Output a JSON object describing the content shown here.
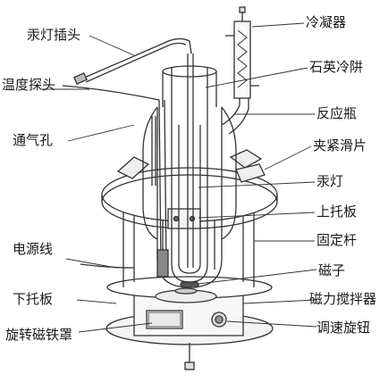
{
  "labels": {
    "mercury_lamp_plug": "汞灯插头",
    "temperature_probe": "温度探头",
    "vent_hole": "通气孔",
    "power_cord": "电源线",
    "lower_tray": "下托板",
    "rotating_magnetic_cover": "旋转磁铁罩",
    "condenser": "冷凝器",
    "quartz_cold_trap": "石英冷阱",
    "reaction_flask": "反应瓶",
    "clamping_slide": "夹紧滑片",
    "mercury_lamp": "汞灯",
    "upper_tray": "上托板",
    "fixed_rod": "固定杆",
    "magnetic_bar": "磁子",
    "magnetic_stirrer": "磁力搅拌器",
    "speed_knob": "调速旋钮"
  },
  "colors": {
    "line": "#333333",
    "text": "#1a1a1a",
    "fill_light": "#f2f2f2"
  }
}
